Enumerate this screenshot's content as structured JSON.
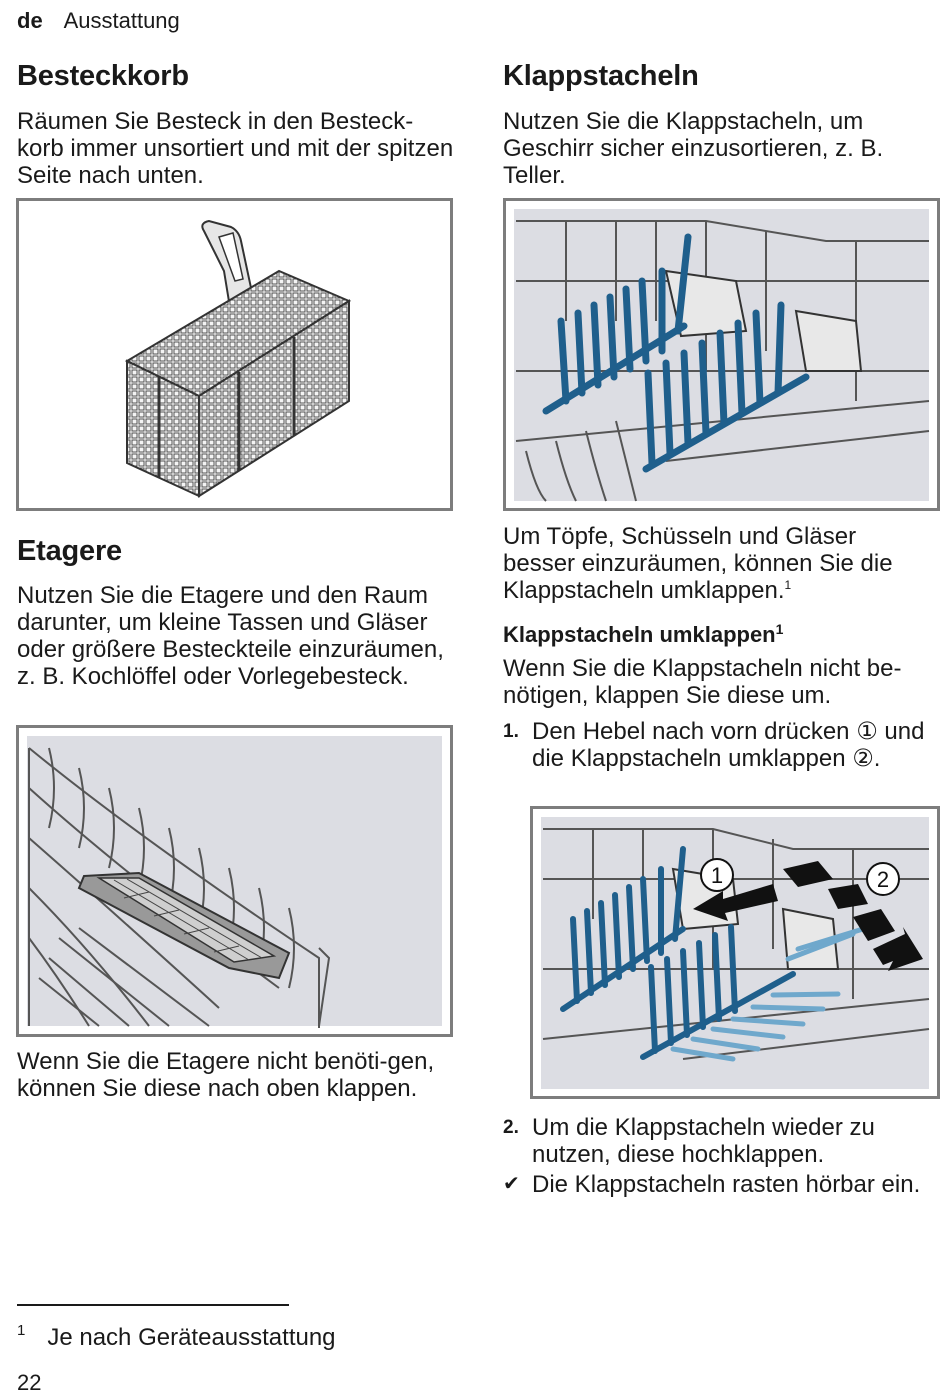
{
  "header": {
    "lang": "de",
    "section": "Ausstattung"
  },
  "left": {
    "besteckkorb": {
      "title": "Besteckkorb",
      "text": "Räumen Sie Besteck in den Besteck-korb immer unsortiert und mit der spitzen Seite nach unten."
    },
    "etagere": {
      "title": "Etagere",
      "text": "Nutzen Sie die Etagere und den Raum darunter, um kleine Tassen und Gläser oder größere Besteckteile einzuräumen, z. B. Kochlöffel oder Vorlegebesteck.",
      "after_text": "Wenn Sie die Etagere nicht benöti-gen, können Sie diese nach oben klappen."
    }
  },
  "right": {
    "klappstacheln": {
      "title": "Klappstacheln",
      "text": "Nutzen Sie die Klappstacheln, um Geschirr sicher einzusortieren, z. B. Teller.",
      "after_text": "Um Töpfe, Schüsseln und Gläser besser einzuräumen, können Sie die Klappstacheln umklappen.",
      "after_text_sup": "1"
    },
    "umklappen": {
      "title": "Klappstacheln umklappen",
      "title_sup": "1",
      "intro": "Wenn Sie die Klappstacheln nicht be-nötigen, klappen Sie diese um.",
      "steps": [
        {
          "num": "1.",
          "text": "Den Hebel nach vorn drücken ① und die Klappstacheln umklappen ②."
        },
        {
          "num": "2.",
          "text": "Um die Klappstacheln wieder zu nutzen, diese hochklappen."
        }
      ],
      "result": {
        "icon": "✔",
        "text": "Die Klappstacheln rasten hörbar ein."
      },
      "figure_labels": {
        "one": "1",
        "two": "2"
      }
    }
  },
  "footnote": {
    "mark": "1",
    "text": "Je nach Geräteausstattung"
  },
  "page_number": "22",
  "colors": {
    "spike_blue": "#1f5f8c",
    "spike_light": "#6fa8cc",
    "grey_bg": "#dcdde3",
    "frame": "#7d7d7d"
  }
}
